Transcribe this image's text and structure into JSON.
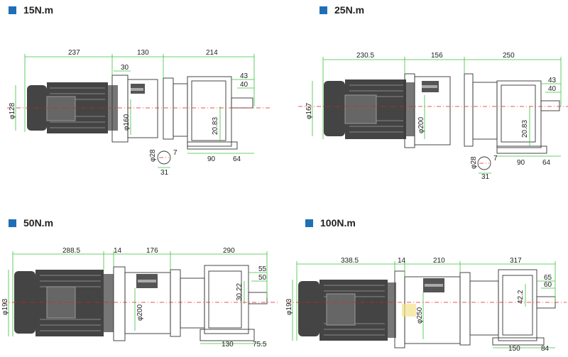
{
  "panels": [
    {
      "title": "15N.m",
      "dims": {
        "d1": "237",
        "d2": "130",
        "d3": "214",
        "d4": "30",
        "d5": "43",
        "d6": "40",
        "d7": "φ128",
        "d8": "φ160",
        "d9": "20.83",
        "d10": "90",
        "d11": "64",
        "d12": "φ28",
        "d13": "7",
        "d14": "31"
      }
    },
    {
      "title": "25N.m",
      "dims": {
        "d1": "230.5",
        "d2": "156",
        "d3": "250",
        "d5": "43",
        "d6": "40",
        "d7": "φ167",
        "d8": "φ200",
        "d9": "20.83",
        "d10": "90",
        "d11": "64",
        "d12": "φ28",
        "d13": "7",
        "d14": "31"
      }
    },
    {
      "title": "50N.m",
      "dims": {
        "d1": "288.5",
        "d4": "14",
        "d2": "176",
        "d3": "290",
        "d5": "55",
        "d6": "50",
        "d7": "φ193",
        "d8": "φ200",
        "d9": "30.22",
        "d10": "130",
        "d11": "75.5"
      }
    },
    {
      "title": "100N.m",
      "dims": {
        "d1": "338.5",
        "d4": "14",
        "d2": "210",
        "d3": "317",
        "d5": "65",
        "d6": "60",
        "d7": "φ193",
        "d8": "φ250",
        "d9": "42.2",
        "d10": "150",
        "d11": "84"
      }
    }
  ]
}
